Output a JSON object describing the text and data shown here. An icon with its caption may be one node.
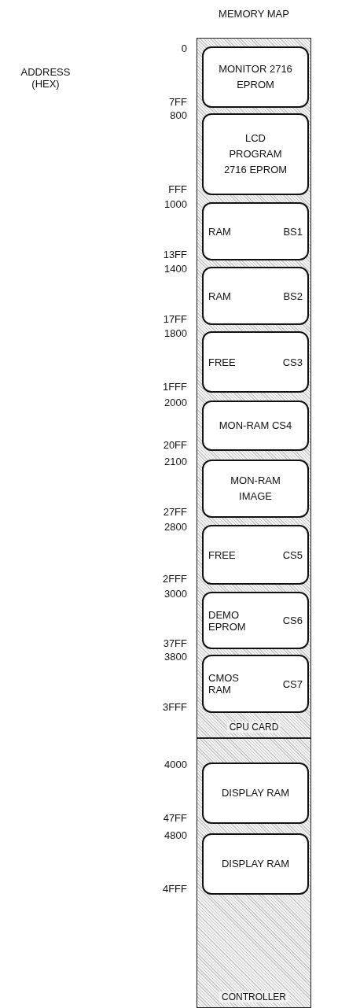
{
  "diagram": {
    "title": "MEMORY MAP",
    "nodes": [
      {
        "text": [
          "CPU CARD"
        ]
      },
      {
        "text": [
          "MONITOR 2716 EPROM"
        ],
        "in": 0,
        "beside": [
          "0",
          "7FF"
        ]
      },
      {
        "text": [
          "LCD PROGRAM 2716 EPROM"
        ],
        "in": 0,
        "beside": [
          "800",
          "FFF"
        ]
      },
      {
        "text": [
          "RAM",
          "BS1"
        ],
        "in": 0,
        "beside": [
          "1000",
          "13FF"
        ]
      },
      {
        "text": [
          "RAM",
          "BS2"
        ],
        "in": 0,
        "beside": [
          "1400",
          "17FF"
        ]
      },
      {
        "text": [
          "FREE",
          "CS3"
        ],
        "in": 0,
        "beside": [
          "1800",
          "1FFF"
        ]
      },
      {
        "text": [
          "MON-RAM CS4"
        ],
        "in": 0,
        "beside": [
          "2000",
          "20FF"
        ]
      },
      {
        "text": [
          "MON-RAM IMAGE"
        ],
        "in": 0,
        "beside": [
          "2100",
          "27FF"
        ]
      },
      {
        "text": [
          "FREE",
          "CS5"
        ],
        "in": 0,
        "beside": [
          "2800",
          "2FFF"
        ]
      },
      {
        "text": [
          "DEMO EPROM",
          "CS6"
        ],
        "in": 0,
        "beside": [
          "3000",
          "37FF"
        ]
      },
      {
        "text": [
          "CMOS RAM",
          "CS7"
        ],
        "in": 0,
        "beside": [
          "3800",
          "3FFF"
        ]
      },
      {
        "text": [
          "CONTROLLER"
        ]
      },
      {
        "text": [
          "DISPLAY RAM"
        ],
        "in": 11,
        "beside": [
          "4000",
          "47FF"
        ]
      },
      {
        "text": [
          "DISPLAY RAM"
        ],
        "in": 11,
        "beside": [
          "4800",
          "4FFF"
        ]
      }
    ],
    "labels": [
      "ADDRESS (HEX)"
    ]
  }
}
